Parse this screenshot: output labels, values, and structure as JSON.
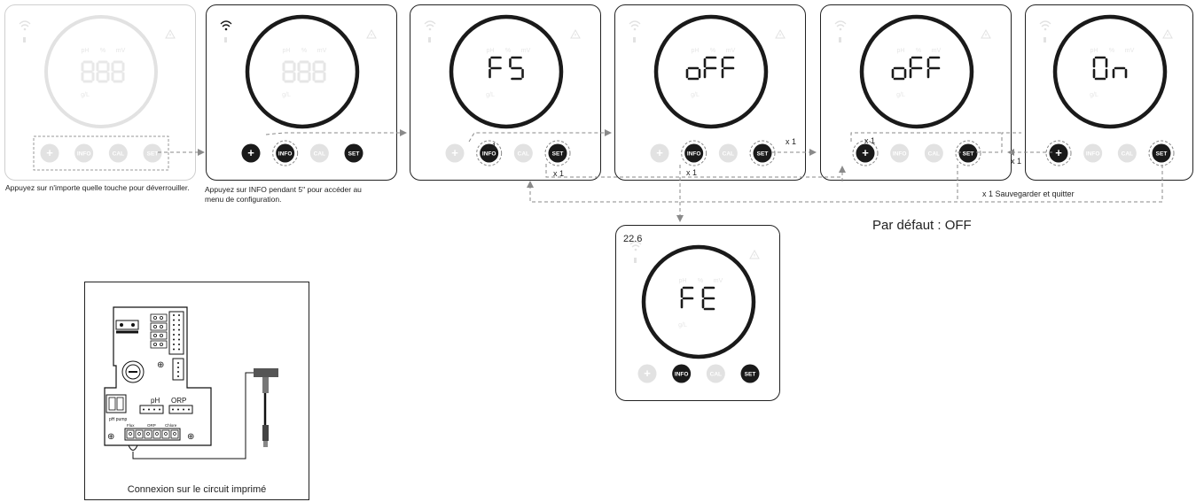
{
  "screens": [
    {
      "id": "s1",
      "display": "888",
      "faded": true,
      "ring": "faded",
      "wifi": "faded",
      "buttons": [
        "faded",
        "faded",
        "faded",
        "faded"
      ],
      "highlight": "all"
    },
    {
      "id": "s2",
      "display": "888",
      "faded": false,
      "ring": "dark",
      "wifi": "dark",
      "buttons": [
        "dark",
        "dark",
        "faded",
        "dark"
      ],
      "highlight": "info"
    },
    {
      "id": "s3",
      "display": "FS",
      "faded": false,
      "ring": "dark",
      "wifi": "faded",
      "buttons": [
        "faded",
        "dark",
        "faded",
        "dark"
      ],
      "highlight": "info,set"
    },
    {
      "id": "s4",
      "display": "oFF",
      "faded": false,
      "ring": "dark",
      "wifi": "faded",
      "buttons": [
        "faded",
        "dark",
        "faded",
        "dark"
      ],
      "highlight": "info,set"
    },
    {
      "id": "s5",
      "display": "oFF",
      "faded": false,
      "ring": "dark",
      "wifi": "faded",
      "buttons": [
        "dark",
        "faded",
        "faded",
        "dark"
      ],
      "highlight": "plus,set"
    },
    {
      "id": "s6",
      "display": "On",
      "faded": false,
      "ring": "dark",
      "wifi": "faded",
      "buttons": [
        "dark",
        "faded",
        "faded",
        "dark"
      ],
      "highlight": "plus,set"
    },
    {
      "id": "s7",
      "display": "FE",
      "faded": false,
      "ring": "dark",
      "wifi": "faded",
      "buttons": [
        "faded",
        "dark",
        "faded",
        "dark"
      ],
      "highlight": "none",
      "value": "22.6"
    }
  ],
  "lcd": {
    "ph": "pH",
    "percent": "%",
    "mv": "mV",
    "gl": "g/L"
  },
  "buttons": {
    "plus": "+",
    "info": "INFO",
    "cal": "CAL",
    "set": "SET"
  },
  "captions": {
    "unlock": "Appuyez sur n'importe quelle touche pour déverrouiller.",
    "config": "Appuyez sur INFO pendant 5\" pour accéder au menu de configuration.",
    "default": "Par défaut : OFF",
    "pcb": "Connexion sur le circuit imprimé"
  },
  "arrows": {
    "x1": "x 1",
    "save": "x 1 Sauvegarder et quitter"
  },
  "pcb": {
    "ph": "pH",
    "orp": "ORP",
    "ph_pump": "pH pump",
    "flux": "Flux",
    "orp_small": "ORP",
    "chlore": "Chlore"
  },
  "colors": {
    "dark": "#1a1a1a",
    "faded": "#e2e2e2",
    "dash": "#8a8a8a"
  }
}
